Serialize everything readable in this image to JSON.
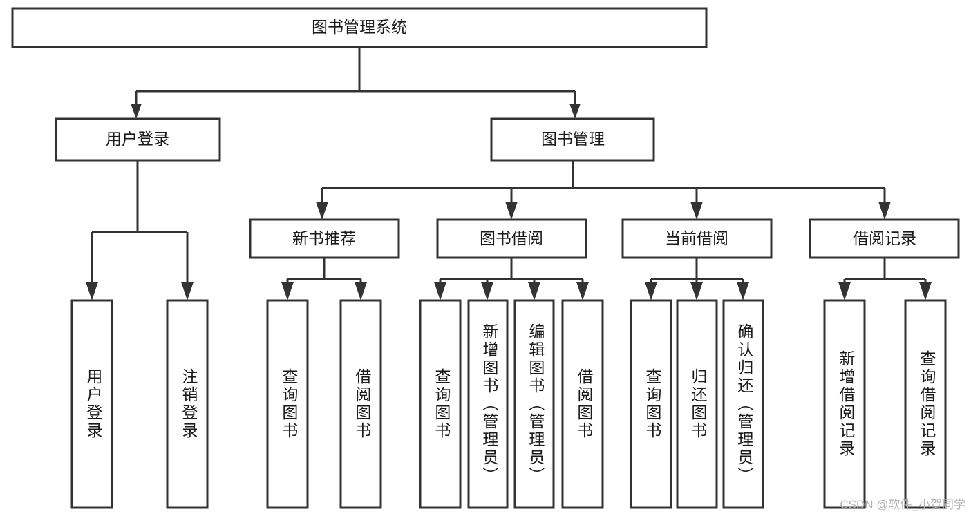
{
  "diagram": {
    "type": "tree-hierarchy",
    "title": "图书管理系统",
    "watermark": "CSDN @软件_小贺同学",
    "levels": {
      "root": {
        "label": "图书管理系统"
      },
      "level2": [
        {
          "id": "user-login",
          "label": "用户登录"
        },
        {
          "id": "book-management",
          "label": "图书管理"
        }
      ],
      "level3": [
        {
          "id": "new-book-recommend",
          "label": "新书推荐",
          "parent": "book-management"
        },
        {
          "id": "book-borrow",
          "label": "图书借阅",
          "parent": "book-management"
        },
        {
          "id": "current-borrow",
          "label": "当前借阅",
          "parent": "book-management"
        },
        {
          "id": "borrow-record",
          "label": "借阅记录",
          "parent": "book-management"
        }
      ],
      "leaves": [
        {
          "id": "leaf-user-login",
          "label": "用户登录",
          "parent": "user-login"
        },
        {
          "id": "leaf-user-logout",
          "label": "注销登录",
          "parent": "user-login"
        },
        {
          "id": "leaf-query-book-1",
          "label": "查询图书",
          "parent": "new-book-recommend"
        },
        {
          "id": "leaf-borrow-book-1",
          "label": "借阅图书",
          "parent": "new-book-recommend"
        },
        {
          "id": "leaf-query-book-2",
          "label": "查询图书",
          "parent": "book-borrow"
        },
        {
          "id": "leaf-add-book",
          "label": "新增图书（管理员）",
          "parent": "book-borrow"
        },
        {
          "id": "leaf-edit-book",
          "label": "编辑图书（管理员）",
          "parent": "book-borrow"
        },
        {
          "id": "leaf-borrow-book-2",
          "label": "借阅图书",
          "parent": "book-borrow"
        },
        {
          "id": "leaf-query-book-3",
          "label": "查询图书",
          "parent": "current-borrow"
        },
        {
          "id": "leaf-return-book",
          "label": "归还图书",
          "parent": "current-borrow"
        },
        {
          "id": "leaf-confirm-return",
          "label": "确认归还（管理员）",
          "parent": "current-borrow"
        },
        {
          "id": "leaf-add-record",
          "label": "新增借阅记录",
          "parent": "borrow-record"
        },
        {
          "id": "leaf-query-record",
          "label": "查询借阅记录",
          "parent": "borrow-record"
        }
      ]
    },
    "colors": {
      "box_stroke": "#333333",
      "box_fill": "#ffffff",
      "text": "#1a1a1a",
      "watermark": "#b4b4b4",
      "background": "#ffffff"
    }
  }
}
